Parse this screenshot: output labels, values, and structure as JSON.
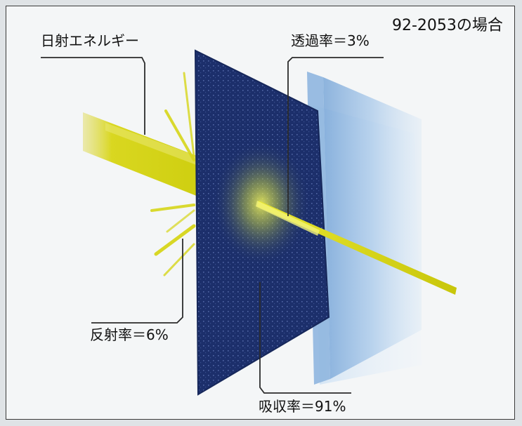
{
  "case_label": "92-2053の場合",
  "labels": {
    "solar_energy": "日射エネルギー",
    "transmittance": "透過率＝3%",
    "reflectance": "反射率＝6%",
    "absorptance": "吸収率＝91%"
  },
  "colors": {
    "film_panel": "#1c2f6b",
    "glass_panel": "#a9c9ea",
    "light_beam": "#d7d61a",
    "leader_line": "#2b2b2b",
    "frame_border": "#3a3a3a"
  }
}
